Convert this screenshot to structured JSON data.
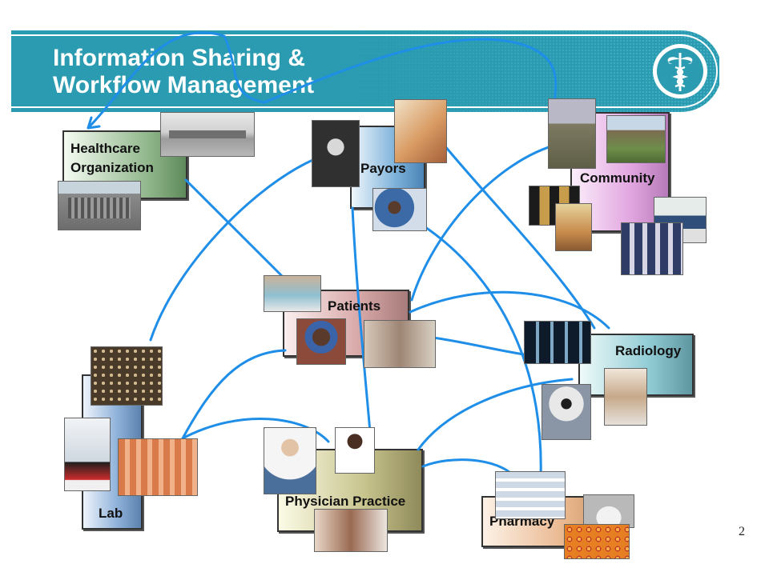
{
  "slide": {
    "title_line1": "Information Sharing &",
    "title_line2": "Workflow Management",
    "page_number": "2",
    "logo_icon": "caduceus-icon"
  },
  "colors": {
    "banner": "#2a9bb0",
    "connector": "#1f8ee8"
  },
  "nodes": {
    "healthcare": {
      "label_line1": "Healthcare",
      "label_line2": "Organization"
    },
    "payors": {
      "label": "Payors"
    },
    "community": {
      "label": "Community"
    },
    "patients": {
      "label": "Patients"
    },
    "radiology": {
      "label": "Radiology"
    },
    "lab": {
      "label": "Lab"
    },
    "physician": {
      "label": "Physician Practice"
    },
    "pharmacy": {
      "label": "Pharmacy"
    }
  }
}
